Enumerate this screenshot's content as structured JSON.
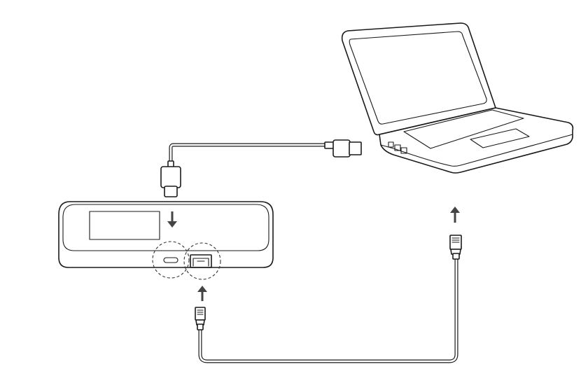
{
  "diagram": {
    "devices": [
      {
        "id": "mobile-router",
        "icon": "mobile-wifi-router"
      },
      {
        "id": "laptop",
        "icon": "laptop-computer"
      }
    ],
    "cables": [
      {
        "id": "usb-cable",
        "icon": "usb-cable",
        "from": "mobile-router",
        "to": "laptop",
        "direction": "into-router"
      },
      {
        "id": "ethernet-cable",
        "icon": "rj45-ethernet-cable",
        "from": "mobile-router",
        "to": "laptop",
        "direction": "into-both"
      }
    ],
    "highlights": [
      "usb-port",
      "ethernet-port"
    ],
    "colors": {
      "line": "#1a1a1a",
      "arrow": "#444444",
      "background": "#ffffff"
    }
  }
}
